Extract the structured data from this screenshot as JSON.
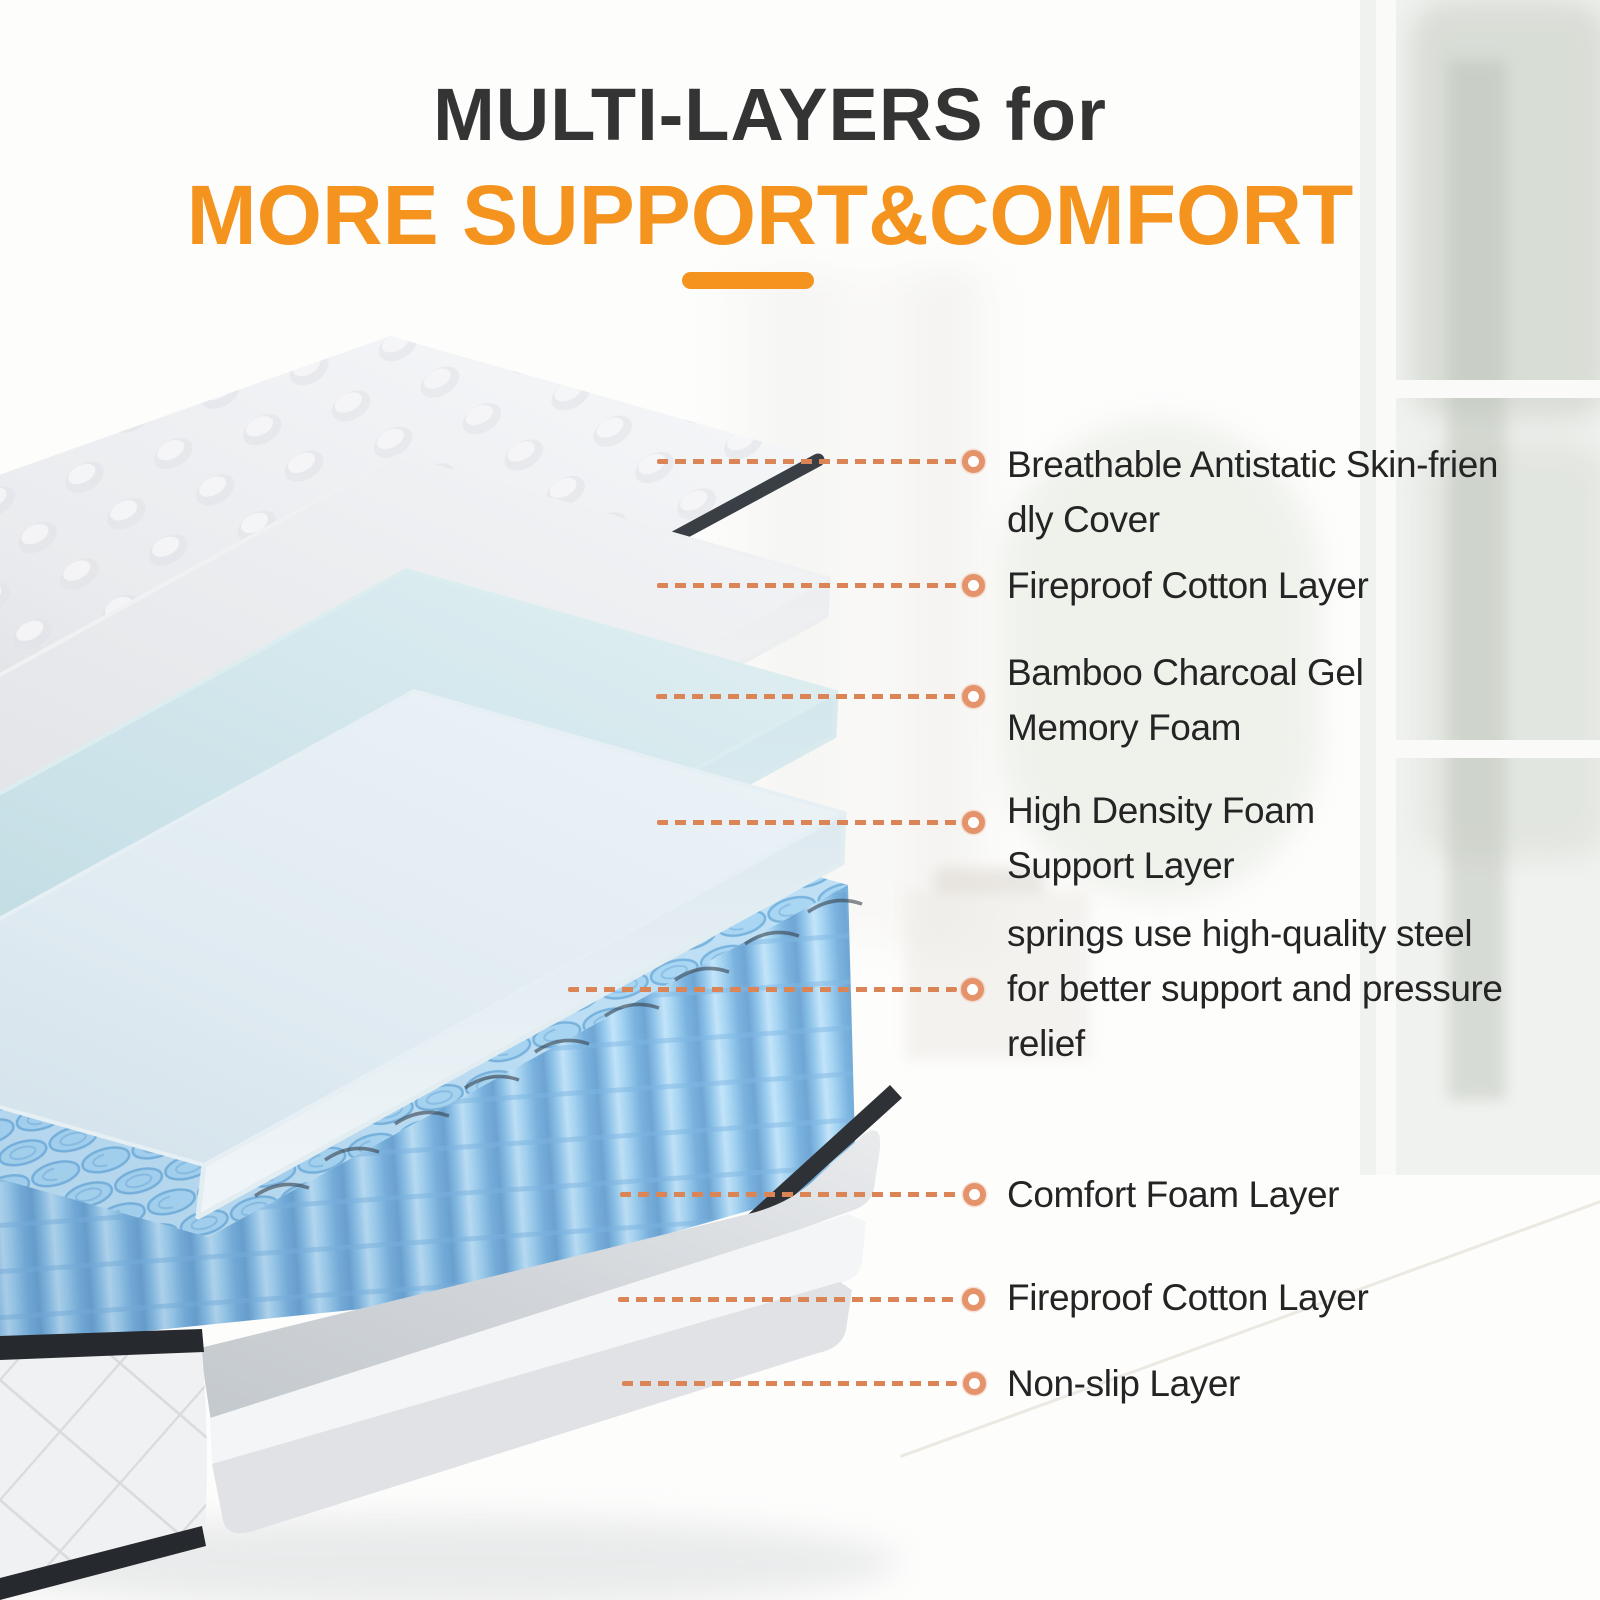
{
  "header": {
    "title": "MULTI-LAYERS for",
    "subtitle": "MORE SUPPORT&COMFORT"
  },
  "labels": [
    {
      "lines": [
        "Breathable Antistatic Skin-frien",
        "dly Cover"
      ]
    },
    {
      "lines": [
        "Fireproof Cotton Layer"
      ]
    },
    {
      "lines": [
        "Bamboo Charcoal Gel",
        "Memory Foam"
      ]
    },
    {
      "lines": [
        "High Density Foam",
        "Support Layer"
      ]
    },
    {
      "lines": [
        "springs use high-quality steel",
        "for better support and pressure",
        "relief"
      ]
    },
    {
      "lines": [
        "Comfort Foam Layer"
      ]
    },
    {
      "lines": [
        "Fireproof Cotton Layer"
      ]
    },
    {
      "lines": [
        "Non-slip Layer"
      ]
    }
  ],
  "diagram": {
    "layers": [
      "quilted-cover",
      "fireproof-cotton",
      "gel-memory-foam",
      "high-density-foam",
      "pocket-springs",
      "base-mattress"
    ]
  },
  "icons": {
    "marker": "layer-marker-icon"
  },
  "colors": {
    "accent_orange": "#f5931f",
    "leader_dash": "#db8456",
    "marker_ring": "#e5936a",
    "title_dark": "#343434",
    "label_text": "#242424",
    "spring_blue": "#8fc4ea",
    "cover_binding": "#3a3f45"
  }
}
